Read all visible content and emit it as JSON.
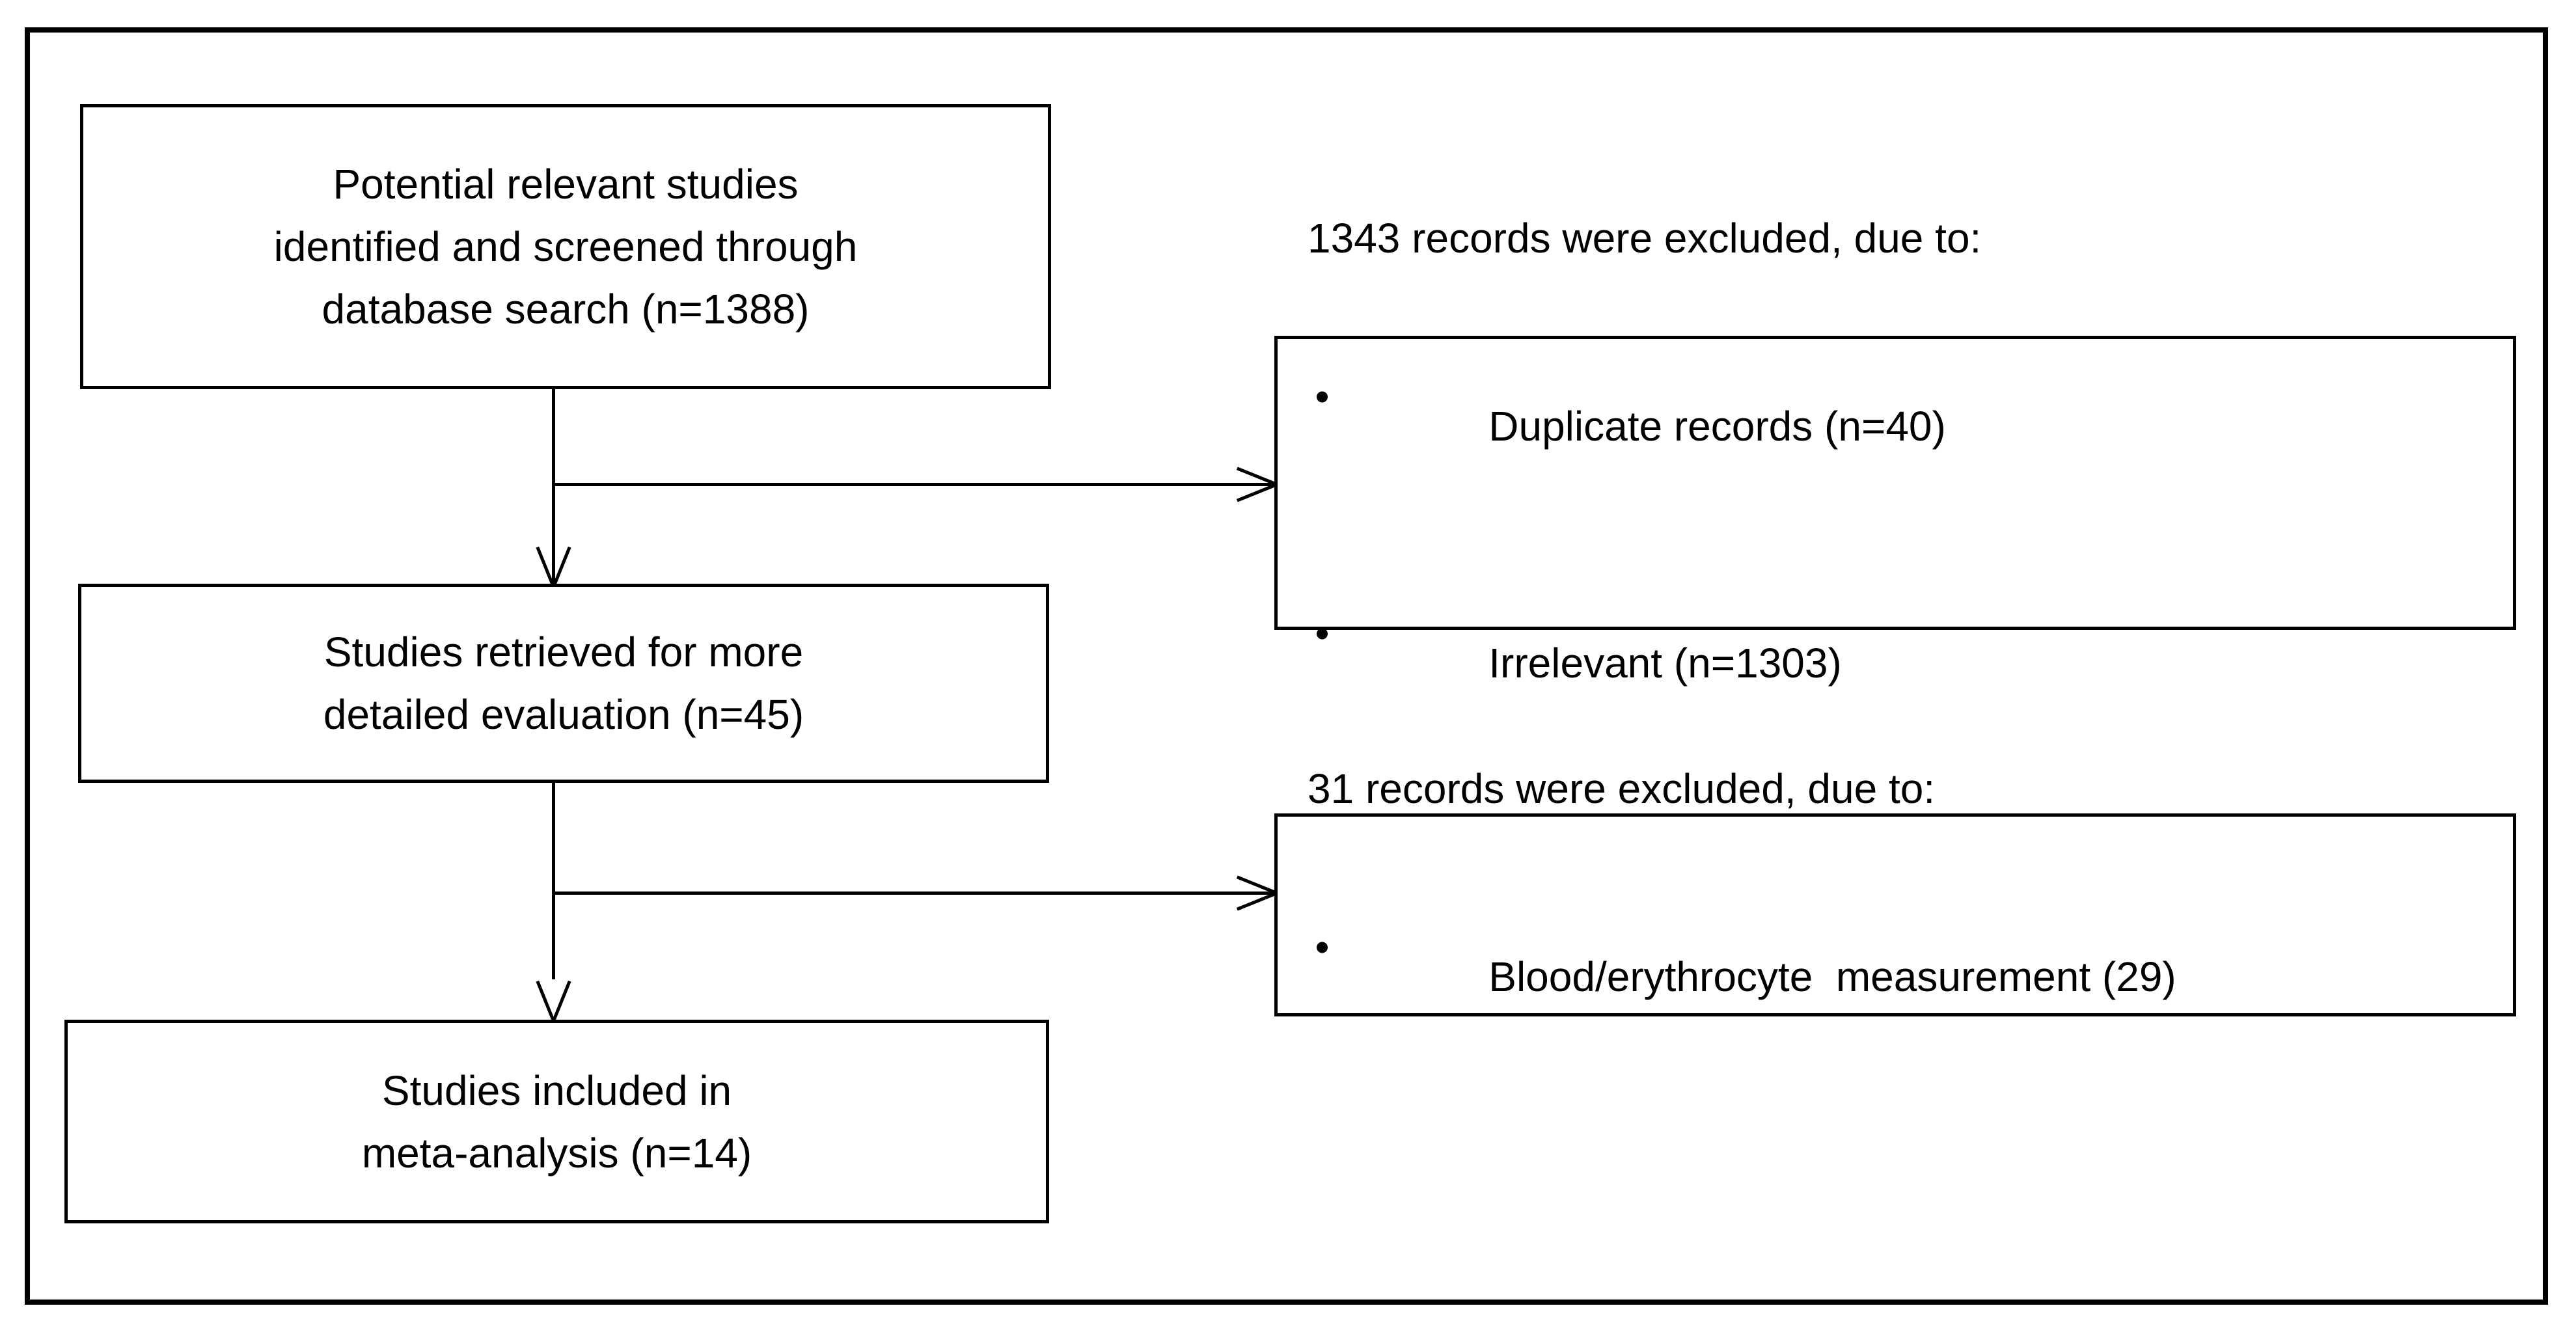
{
  "diagram": {
    "type": "flowchart",
    "title": "Study selection flow diagram",
    "orientation": "top-to-bottom with right-side exclusion branches",
    "colors": {
      "border": "#000000",
      "background": "#ffffff",
      "text": "#000000"
    },
    "nodes": {
      "identification": {
        "id": "box-identification",
        "lines": "Potential relevant studies\nidentified and screened through\ndatabase search (n=1388)",
        "count_label": "n=1388",
        "count": 1388
      },
      "retrieved": {
        "id": "box-retrieved",
        "lines": "Studies retrieved for more\ndetailed evaluation (n=45)",
        "count_label": "n=45",
        "count": 45
      },
      "included": {
        "id": "box-included",
        "lines": "Studies included in\nmeta-analysis (n=14)",
        "count_label": "n=14",
        "count": 14
      }
    },
    "exclusions": {
      "first": {
        "id": "box-excluded-screening",
        "heading": "1343 records were excluded, due to:",
        "total": 1343,
        "reasons": [
          {
            "label": "Duplicate records (n=40)",
            "count": 40
          },
          {
            "label": "Irrelevant (n=1303)",
            "count": 1303
          }
        ]
      },
      "second": {
        "id": "box-excluded-eligibility",
        "heading": "31 records were excluded, due to:",
        "total": 31,
        "reasons": [
          {
            "label": "Blood/erythrocyte  measurement (29)",
            "count": 29
          }
        ]
      }
    },
    "connectors": [
      {
        "from": "identification",
        "to": "retrieved",
        "kind": "arrow-down"
      },
      {
        "from": "identification-retrieved-stem",
        "to": "first-exclusion",
        "kind": "arrow-right"
      },
      {
        "from": "retrieved",
        "to": "included",
        "kind": "arrow-down"
      },
      {
        "from": "retrieved-included-stem",
        "to": "second-exclusion",
        "kind": "arrow-right"
      }
    ]
  }
}
